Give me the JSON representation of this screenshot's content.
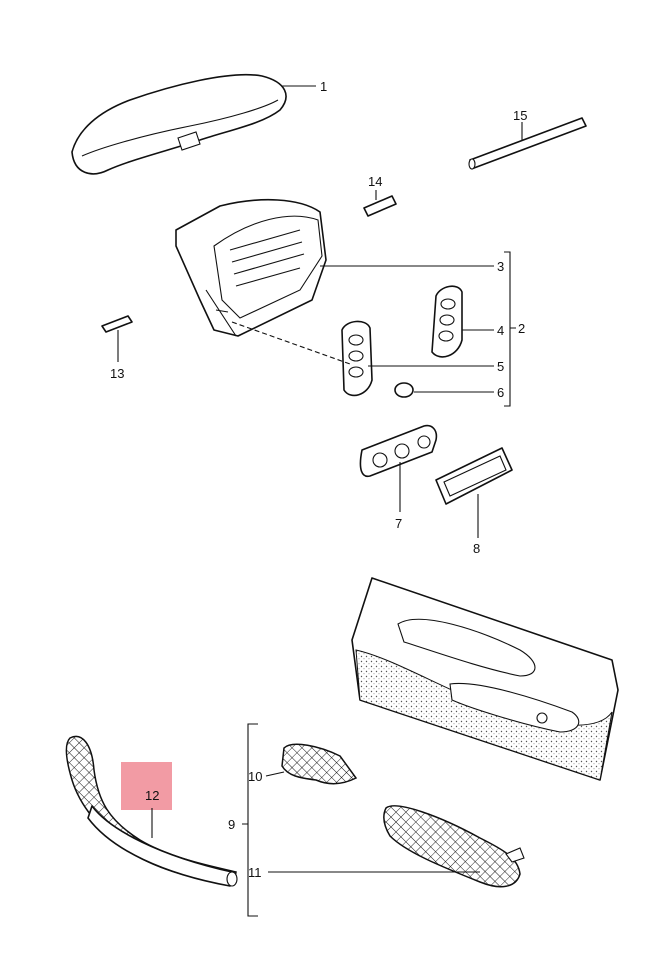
{
  "callouts": {
    "c1": "1",
    "c2": "2",
    "c3": "3",
    "c4": "4",
    "c5": "5",
    "c6": "6",
    "c7": "7",
    "c8": "8",
    "c9": "9",
    "c10": "10",
    "c11": "11",
    "c12": "12",
    "c13": "13",
    "c14": "14",
    "c15": "15"
  },
  "highlight_color": "#f08a94"
}
